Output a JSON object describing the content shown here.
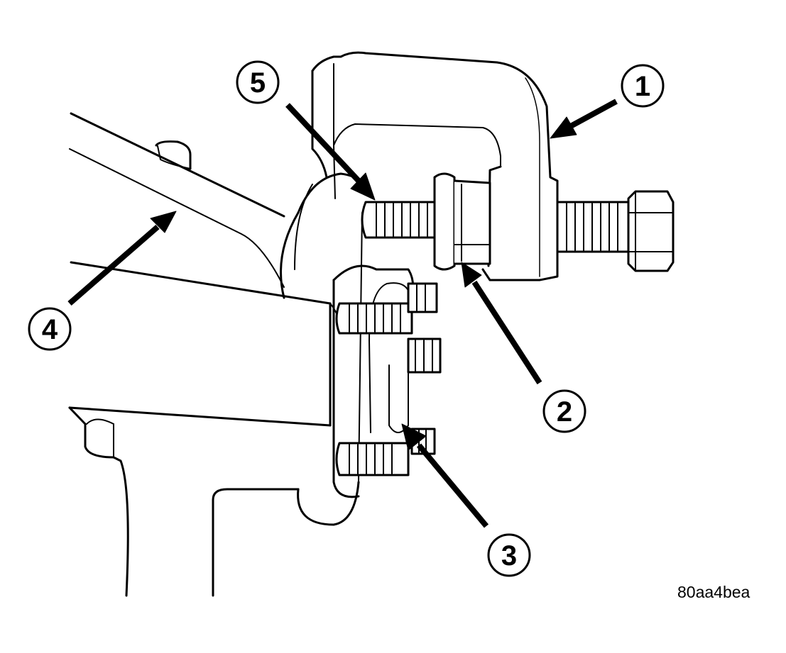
{
  "callouts": [
    {
      "id": "callout-1",
      "label": "1"
    },
    {
      "id": "callout-2",
      "label": "2"
    },
    {
      "id": "callout-3",
      "label": "3"
    },
    {
      "id": "callout-4",
      "label": "4"
    },
    {
      "id": "callout-5",
      "label": "5"
    }
  ],
  "figure_id": "80aa4bea",
  "colors": {
    "line": "#000000",
    "fill": "#ffffff"
  }
}
